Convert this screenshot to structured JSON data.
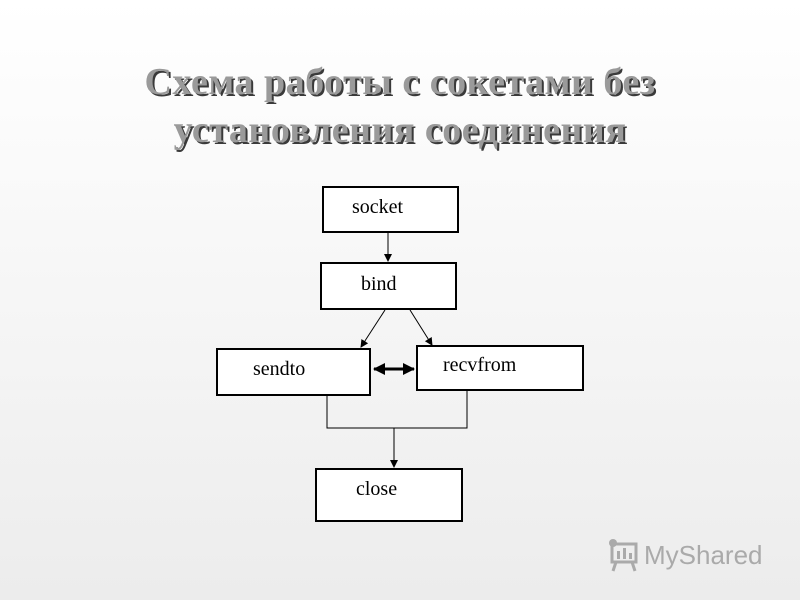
{
  "slide": {
    "title_line1": "Схема работы с сокетами без",
    "title_line2": "установления соединения"
  },
  "diagram": {
    "nodes": {
      "socket": "socket",
      "bind": "bind",
      "sendto": "sendto",
      "recvfrom": "recvfrom",
      "close": "close"
    },
    "edges": [
      {
        "from": "socket",
        "to": "bind"
      },
      {
        "from": "bind",
        "to": "sendto"
      },
      {
        "from": "bind",
        "to": "recvfrom"
      },
      {
        "from": "sendto",
        "to": "recvfrom",
        "bidirectional": true
      },
      {
        "from": "sendto",
        "to": "close"
      },
      {
        "from": "recvfrom",
        "to": "close"
      }
    ]
  },
  "watermark": {
    "text": "MyShared",
    "icon": "presentation-board-icon"
  }
}
